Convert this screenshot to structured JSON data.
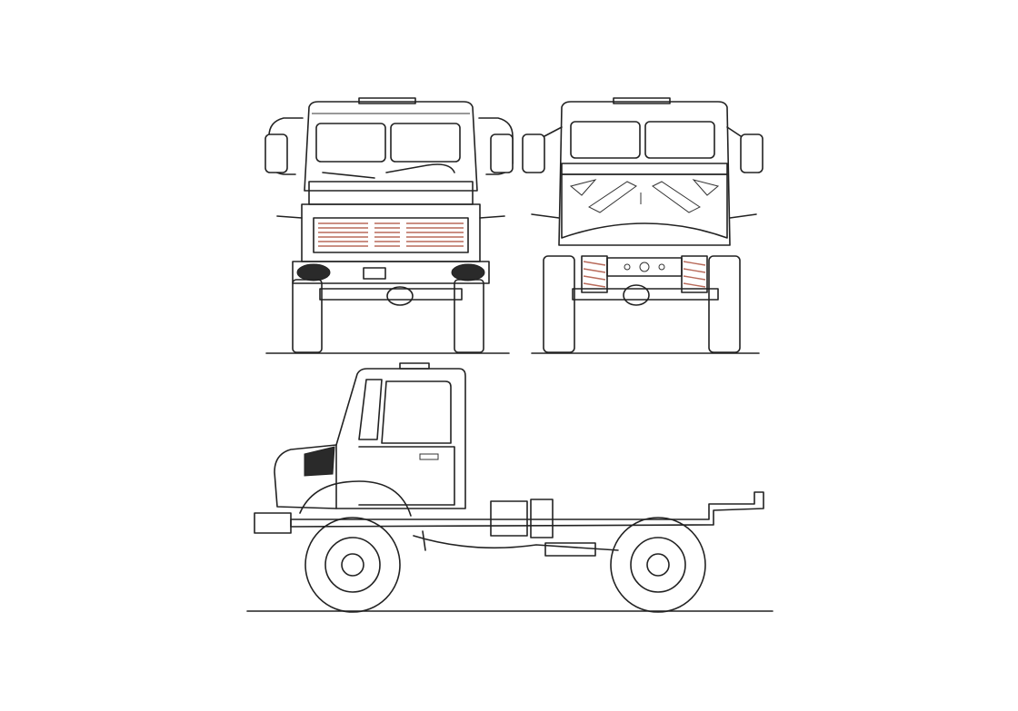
{
  "drawing": {
    "views": [
      {
        "id": "front",
        "label": ""
      },
      {
        "id": "rear",
        "label": ""
      },
      {
        "id": "side",
        "label": ""
      }
    ],
    "line_color": "#222222",
    "background": "#ffffff",
    "grille_accent": "#b86a5a"
  }
}
